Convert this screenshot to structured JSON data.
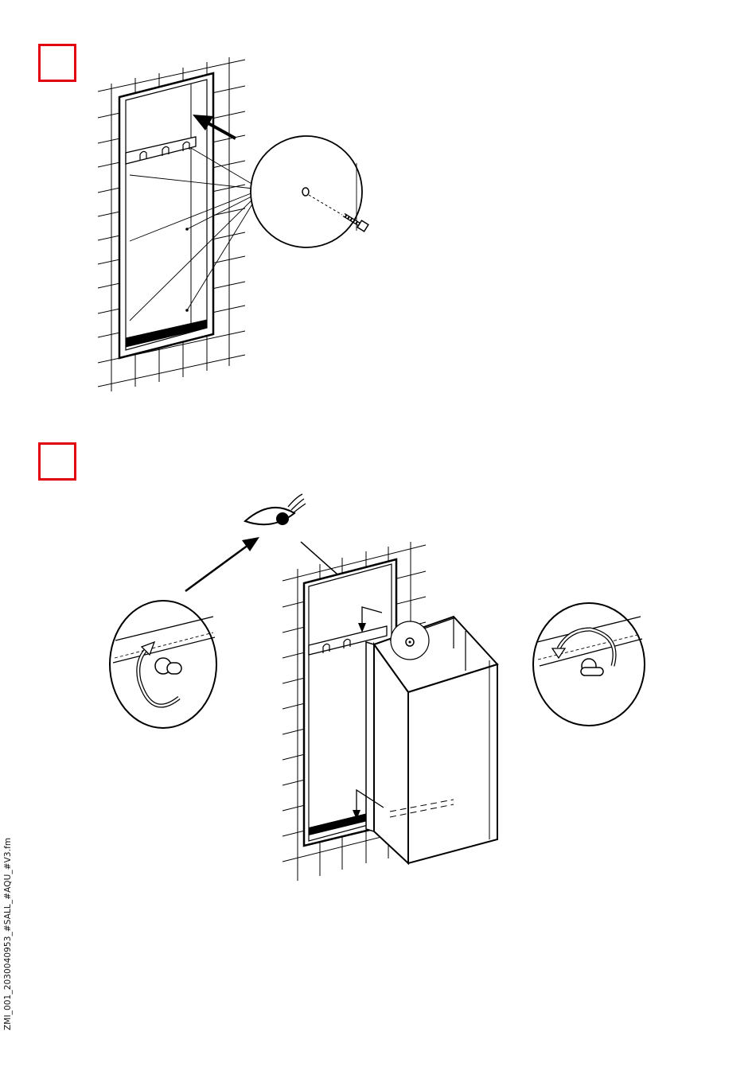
{
  "document": {
    "footer_code": "ZMI_001_2030040953_#SALL_#AQU_#V3.fm"
  },
  "steps": [
    {
      "marker": "",
      "illustration": "wall-frame-screw-mounting"
    },
    {
      "marker": "",
      "illustration": "insert-bin-and-lock"
    }
  ],
  "colors": {
    "step_marker_border": "#e3000f",
    "line_art": "#000000",
    "background": "#ffffff"
  },
  "icons": [
    "screw-icon",
    "eye-icon",
    "key-icon",
    "rotate-arrow-icon",
    "direction-arrow-icon"
  ]
}
